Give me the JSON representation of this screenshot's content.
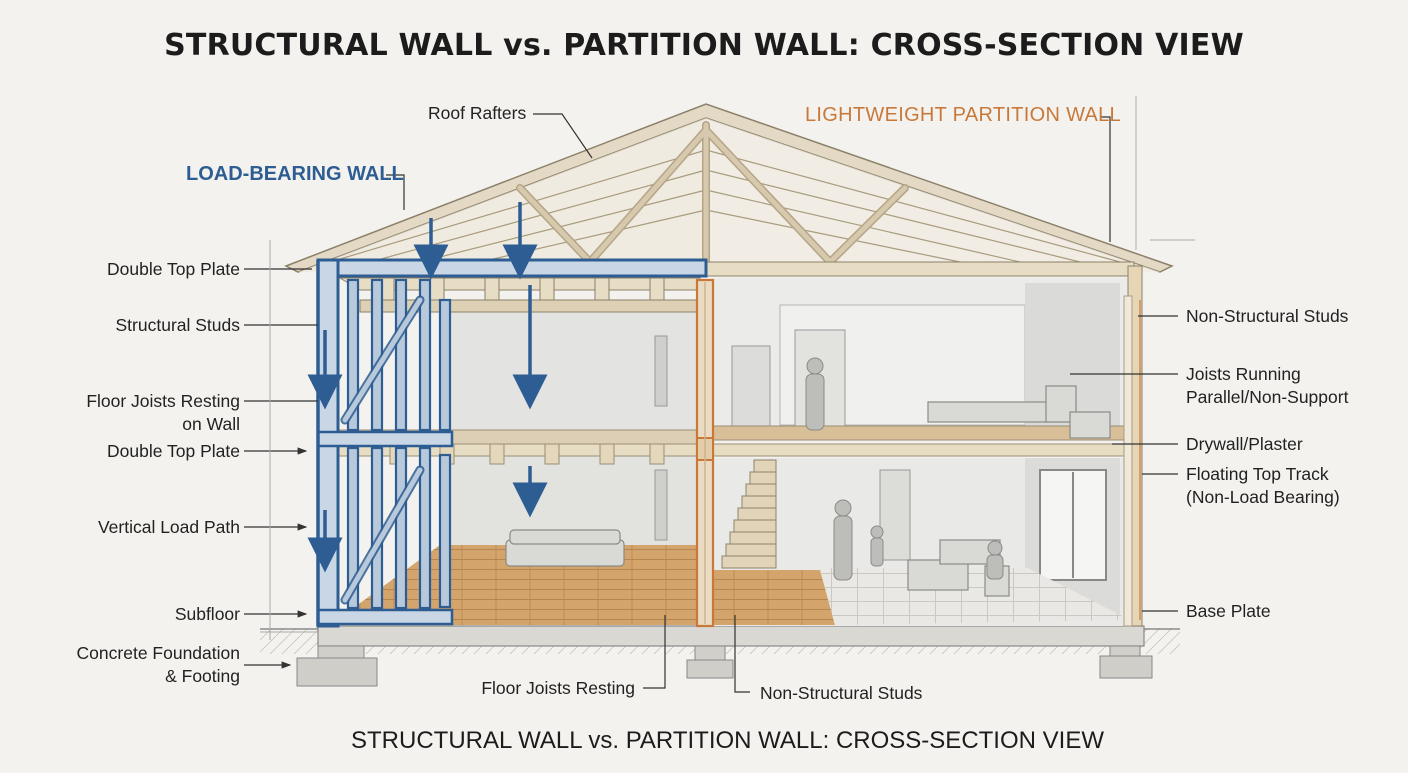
{
  "title": "STRUCTURAL WALL vs. PARTITION WALL: CROSS-SECTION VIEW",
  "subtitle": "STRUCTURAL WALL vs. PARTITION WALL: CROSS-SECTION VIEW",
  "headings": {
    "load_bearing": "LOAD-BEARING WALL",
    "partition": "LIGHTWEIGHT PARTITION WALL"
  },
  "labels": {
    "roof_rafters": "Roof Rafters",
    "double_top_plate_upper": "Double Top Plate",
    "structural_studs": "Structural Studs",
    "floor_joists_wall_1": "Floor Joists Resting",
    "floor_joists_wall_2": "on Wall",
    "double_top_plate_lower": "Double Top Plate",
    "vertical_load_path": "Vertical Load Path",
    "subfloor": "Subfloor",
    "foundation_1": "Concrete Foundation",
    "foundation_2": "& Footing",
    "floor_joists_resting": "Floor Joists Resting",
    "non_structural_studs_bottom": "Non-Structural Studs",
    "non_structural_studs_right": "Non-Structural Studs",
    "joists_parallel_1": "Joists Running",
    "joists_parallel_2": "Parallel/Non-Support",
    "drywall": "Drywall/Plaster",
    "floating_track_1": "Floating Top Track",
    "floating_track_2": "(Non-Load Bearing)",
    "base_plate": "Base Plate"
  },
  "colors": {
    "load_bearing": "#2d5d92",
    "partition": "#c8793a",
    "wood_light": "#e7dcc4",
    "floor_wood": "#c99a63",
    "wall": "#e6e6e4"
  }
}
